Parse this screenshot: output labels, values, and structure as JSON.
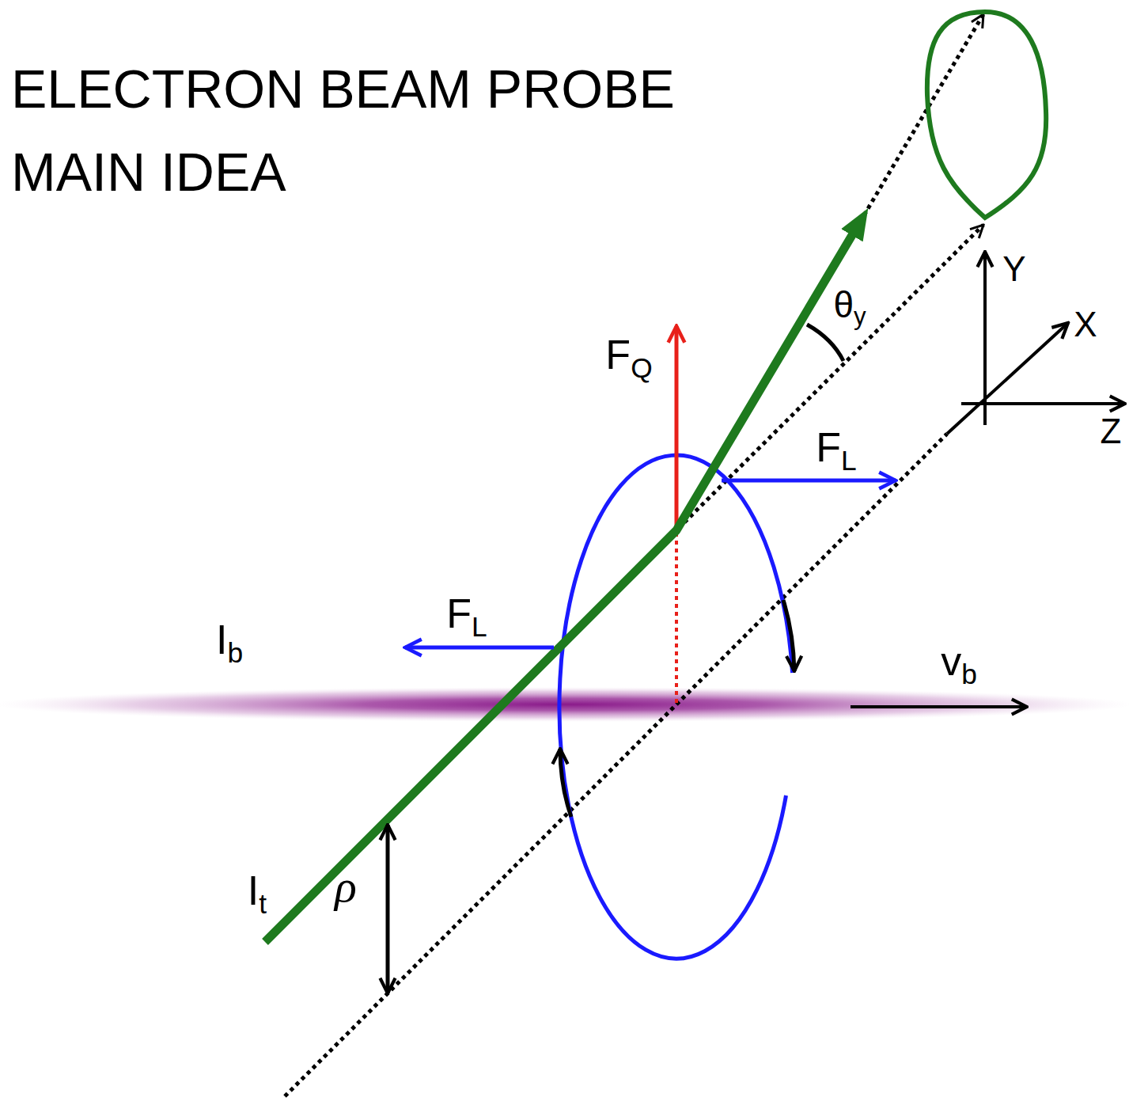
{
  "diagram": {
    "title": "ELECTRON BEAM PROBE MAIN IDEA",
    "labels": [
      "FQ",
      "θy",
      "FL",
      "FL",
      "Ib",
      "vb",
      "It",
      "ρ",
      "Y",
      "X",
      "Z"
    ]
  }
}
